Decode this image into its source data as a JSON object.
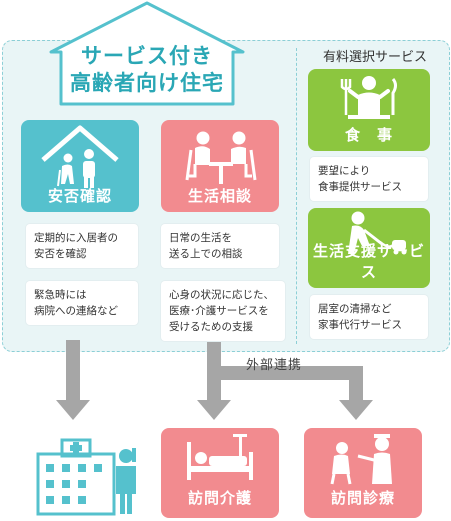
{
  "title": {
    "line1": "サービス付き",
    "line2": "高齢者向け住宅"
  },
  "optional": {
    "title": "有料選択サービス",
    "meal": {
      "label": "食　事",
      "desc": [
        "要望により",
        "食事提供サービス"
      ]
    },
    "housekeeping": {
      "label": "生活支援サービス",
      "desc": [
        "居室の清掃など",
        "家事代行サービス"
      ]
    }
  },
  "safety": {
    "label": "安否確認",
    "notes": [
      [
        "定期的に入居者の",
        "安否を確認"
      ],
      [
        "緊急時には",
        "病院への連絡など"
      ]
    ]
  },
  "consult": {
    "label": "生活相談",
    "notes": [
      [
        "日常の生活を",
        "送る上での相談"
      ],
      [
        "心身の状況に応じた、",
        "医療･介護サービスを",
        "受けるための支援"
      ]
    ]
  },
  "external": "外部連携",
  "outcomes": {
    "nursing": "訪問介護",
    "medical": "訪問診療"
  },
  "colors": {
    "teal": "#55c1cd",
    "pink": "#f28b8f",
    "green": "#8cc63f",
    "arrow": "#a6a6a6",
    "teal_text": "#2aa7b5"
  }
}
